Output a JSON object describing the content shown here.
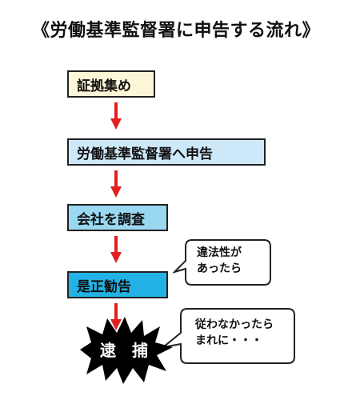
{
  "title": "《労働基準監督署に申告する流れ》",
  "steps": [
    {
      "label": "証拠集め",
      "color": "#fdf6d8"
    },
    {
      "label": "労働基準監督署へ申告",
      "color": "#cde9f9"
    },
    {
      "label": "会社を調査",
      "color": "#9ad8f2"
    },
    {
      "label": "是正勧告",
      "color": "#23b2e6"
    }
  ],
  "final": {
    "label": "逮　捕"
  },
  "bubbles": [
    {
      "line1": "違法性が",
      "line2": "あったら"
    },
    {
      "line1": "従わなかったら",
      "line2": "まれに・・・"
    }
  ],
  "colors": {
    "arrow": "#e02020",
    "burst": "#000000",
    "border": "#222222"
  }
}
